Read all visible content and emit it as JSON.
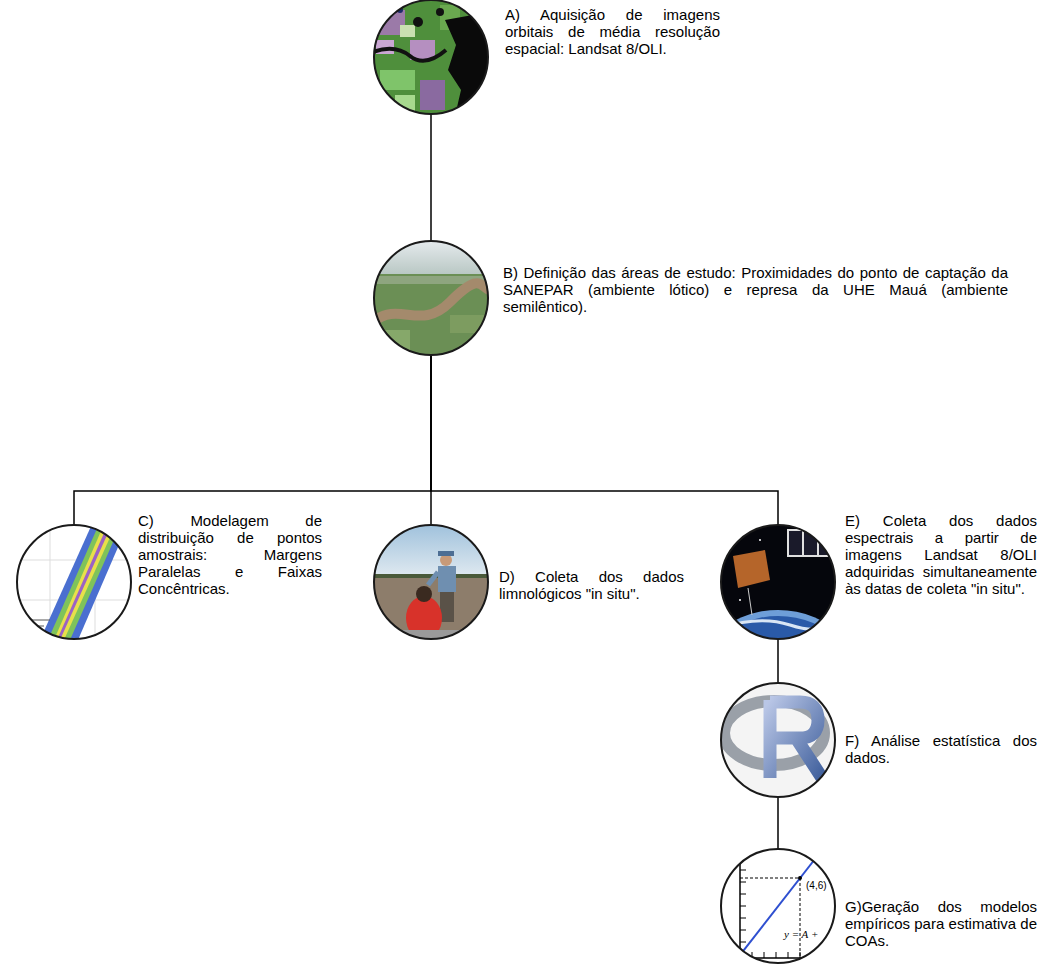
{
  "diagram": {
    "nodes": [
      {
        "text": [
          "A) Aquisição de imagens orbitais de média resolução espacial: Landsat 8/OLI."
        ]
      },
      {
        "text": [
          "B) Definição das áreas de estudo: Proximidades do ponto de captação da SANEPAR (ambiente lótico) e represa da UHE Mauá (ambiente semilêntico)."
        ]
      },
      {
        "text": [
          "C) Modelagem de distribuição de pontos amostrais: Margens Paralelas e Faixas Concêntricas."
        ]
      },
      {
        "text": [
          "D) Coleta dos dados limnológicos \"in situ\"."
        ]
      },
      {
        "text": [
          "E) Coleta dos dados espectrais a partir de imagens Landsat 8/OLI adquiridas simultaneamente às datas de coleta \"in situ\"."
        ]
      },
      {
        "text": [
          "F) Análise estatística dos dados."
        ]
      },
      {
        "text": [
          "G)Geração dos modelos empíricos para estimativa de COAs."
        ]
      }
    ],
    "edges": [
      {
        "from": 0,
        "to": 1,
        "arrow": "none"
      },
      {
        "from": 1,
        "to": 2,
        "arrow": "none"
      },
      {
        "from": 1,
        "to": 3,
        "arrow": "none"
      },
      {
        "from": 1,
        "to": 4,
        "arrow": "none"
      },
      {
        "from": 4,
        "to": 5,
        "arrow": "none"
      },
      {
        "from": 5,
        "to": 6,
        "arrow": "none"
      }
    ],
    "labels": [
      "(4,6)",
      "y = A +"
    ]
  }
}
